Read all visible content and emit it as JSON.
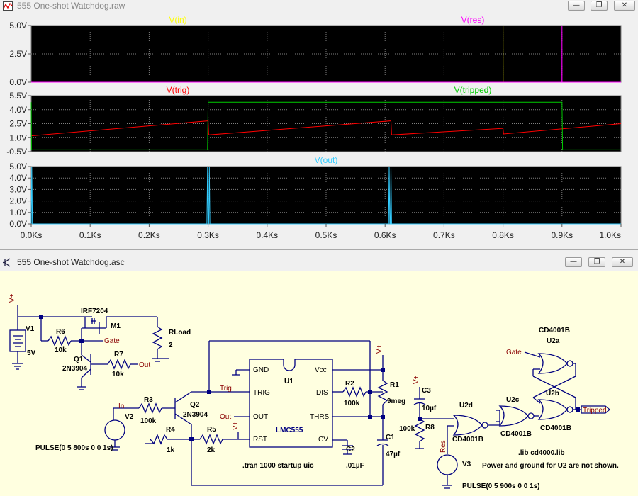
{
  "plot_window": {
    "title": "555 One-shot Watchdog.raw",
    "buttons": [
      "minimize",
      "restore",
      "close"
    ]
  },
  "schematic_window": {
    "title": "555 One-shot Watchdog.asc",
    "buttons": [
      "minimize",
      "restore",
      "close"
    ]
  },
  "colors": {
    "v_in": "#ffff00",
    "v_res": "#ff00ff",
    "v_trig": "#ff0000",
    "v_tripped": "#00cc00",
    "v_out": "#33ccff",
    "plot_bg": "#000000",
    "grid": "#808080",
    "schematic_bg": "#ffffe0",
    "wire": "#000080"
  },
  "chart_data": [
    {
      "type": "line",
      "pane": 1,
      "series": [
        {
          "name": "V(in)",
          "points": [
            [
              0,
              0
            ],
            [
              799.9,
              0
            ],
            [
              800,
              5
            ],
            [
              800.1,
              0
            ],
            [
              1000,
              0
            ]
          ]
        },
        {
          "name": "V(res)",
          "points": [
            [
              0,
              0
            ],
            [
              899.9,
              0
            ],
            [
              900,
              5
            ],
            [
              900.1,
              0
            ],
            [
              1000,
              0
            ]
          ]
        }
      ],
      "yticks": [
        "5.0V",
        "2.5V",
        "0.0V"
      ],
      "ylim": [
        0,
        5
      ],
      "xlim": [
        0,
        1000
      ]
    },
    {
      "type": "line",
      "pane": 2,
      "series": [
        {
          "name": "V(trig)",
          "points": [
            [
              0,
              1.2
            ],
            [
              300,
              2.8
            ],
            [
              301,
              1.3
            ],
            [
              610,
              2.8
            ],
            [
              611,
              1.3
            ],
            [
              800,
              2.0
            ],
            [
              801,
              1.4
            ],
            [
              1000,
              2.5
            ]
          ]
        },
        {
          "name": "V(tripped)",
          "points": [
            [
              0,
              4.8
            ],
            [
              0.5,
              -0.3
            ],
            [
              299,
              -0.3
            ],
            [
              300,
              4.8
            ],
            [
              900,
              4.8
            ],
            [
              901,
              -0.3
            ],
            [
              1000,
              -0.3
            ]
          ]
        }
      ],
      "yticks": [
        "5.5V",
        "4.0V",
        "2.5V",
        "1.0V",
        "-0.5V"
      ],
      "ylim": [
        -0.5,
        5.5
      ],
      "xlim": [
        0,
        1000
      ]
    },
    {
      "type": "line",
      "pane": 3,
      "series": [
        {
          "name": "V(out)",
          "points": [
            [
              0,
              0
            ],
            [
              1,
              5
            ],
            [
              2,
              0
            ],
            [
              298,
              0
            ],
            [
              299,
              5
            ],
            [
              300,
              0
            ],
            [
              301,
              0
            ],
            [
              302,
              5
            ],
            [
              303,
              0
            ],
            [
              606,
              0
            ],
            [
              607,
              5
            ],
            [
              608,
              0
            ],
            [
              609,
              0
            ],
            [
              610,
              5
            ],
            [
              611,
              0
            ],
            [
              1000,
              0
            ]
          ]
        }
      ],
      "yticks": [
        "5.0V",
        "4.0V",
        "3.0V",
        "2.0V",
        "1.0V",
        "0.0V"
      ],
      "ylim": [
        0,
        5
      ],
      "xlim": [
        0,
        1000
      ]
    }
  ],
  "x_axis_ticks": [
    "0.0Ks",
    "0.1Ks",
    "0.2Ks",
    "0.3Ks",
    "0.4Ks",
    "0.5Ks",
    "0.6Ks",
    "0.7Ks",
    "0.8Ks",
    "0.9Ks",
    "1.0Ks"
  ],
  "schematic": {
    "labels": {
      "vplus_1": "V+",
      "vplus_2": "V+",
      "vplus_3": "V+",
      "vplus_4": "V+",
      "v1": "V1",
      "v1_val": "5V",
      "r6": "R6",
      "r6_val": "10k",
      "irf": "IRF7204",
      "m1": "M1",
      "rload": "RLoad",
      "rload_val": "2",
      "gate1": "Gate",
      "q1": "Q1",
      "q1_model": "2N3904",
      "r7": "R7",
      "r7_val": "10k",
      "out1": "Out",
      "trig_label": "Trig",
      "q2": "Q2",
      "q2_model": "2N3904",
      "r3": "R3",
      "r3_val": "100k",
      "in_label": "In",
      "v2": "V2",
      "r4": "R4",
      "r4_val": "1k",
      "r5": "R5",
      "r5_val": "2k",
      "pulse1": "PULSE(0 5 800s 0 0 1s)",
      "u1": "U1",
      "lmc555": "LMC555",
      "pin_gnd": "GND",
      "pin_vcc": "Vcc",
      "pin_trig": "TRIG",
      "pin_dis": "DIS",
      "pin_out": "OUT",
      "pin_thrs": "THRS",
      "pin_rst": "RST",
      "pin_cv": "CV",
      "out2": "Out",
      "tran": ".tran 1000 startup uic",
      "r2": "R2",
      "r2_val": "100k",
      "r1": "R1",
      "r1_val": "9meg",
      "c2": "C2",
      "c2_val": ".01µF",
      "c1": "C1",
      "c1_val": "47µf",
      "c3": "C3",
      "c3_val": "10µf",
      "r8": "R8",
      "r8_val": "100k",
      "res_label": "Res",
      "v3": "V3",
      "pulse2": "PULSE(0 5 900s 0 0 1s)",
      "u2d": "U2d",
      "u2d_model": "CD4001B",
      "u2c": "U2c",
      "u2c_model": "CD4001B",
      "u2b": "U2b",
      "u2b_model": "CD4001B",
      "u2a": "U2a",
      "u2a_model": "CD4001B",
      "gate2": "Gate",
      "tripped": "Tripped",
      "lib": ".lib cd4000.lib",
      "note": "Power and ground for U2 are not shown."
    }
  }
}
